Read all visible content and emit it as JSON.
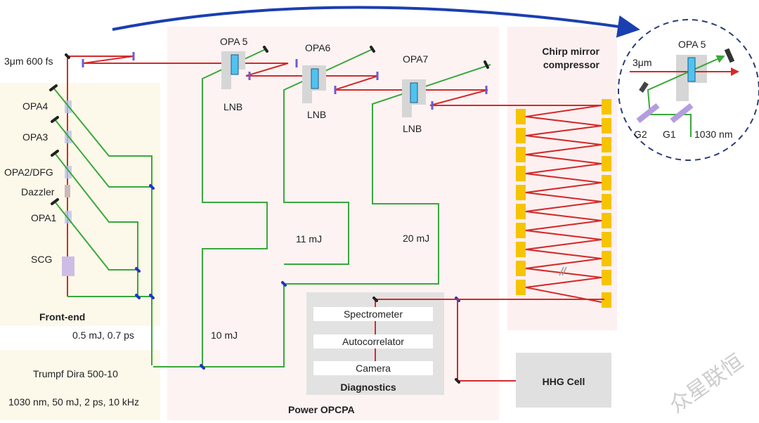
{
  "sections": {
    "front_end": "Front-end",
    "power_opcpa": "Power OPCPA",
    "chirp_line1": "Chirp mirror",
    "chirp_line2": "compressor",
    "diagnostics": "Diagnostics",
    "hhg_cell": "HHG Cell"
  },
  "front_end": {
    "output_label": "3μm 600 fs",
    "stages": [
      "OPA4",
      "OPA3",
      "OPA2/DFG",
      "Dazzler",
      "OPA1",
      "SCG"
    ],
    "pump_out": "0.5 mJ, 0.7 ps"
  },
  "laser": {
    "name": "Trumpf Dira 500-10",
    "specs": "1030 nm, 50 mJ, 2 ps, 10 kHz"
  },
  "power_opcpa": {
    "stages": [
      {
        "name": "OPA 5",
        "crystal": "LNB"
      },
      {
        "name": "OPA6",
        "crystal": "LNB"
      },
      {
        "name": "OPA7",
        "crystal": "LNB"
      }
    ],
    "energies": [
      "10 mJ",
      "11 mJ",
      "20 mJ"
    ]
  },
  "diagnostics": {
    "items": [
      "Spectrometer",
      "Autocorrelator",
      "Camera"
    ]
  },
  "inset": {
    "title": "OPA 5",
    "beam_label": "3μm",
    "g2": "G2",
    "g1": "G1",
    "pump": "1030 nm"
  },
  "watermark": "众星联恒",
  "colors": {
    "signal_beam": "#d42a2a",
    "pump_beam": "#3aa83a",
    "front_end_bg": "#fdf9ea",
    "opcpa_bg": "#fdf3f3",
    "chirp_mirror": "#f6c400",
    "crystal": "#4fc3f0",
    "arrow": "#1a3fb0"
  }
}
